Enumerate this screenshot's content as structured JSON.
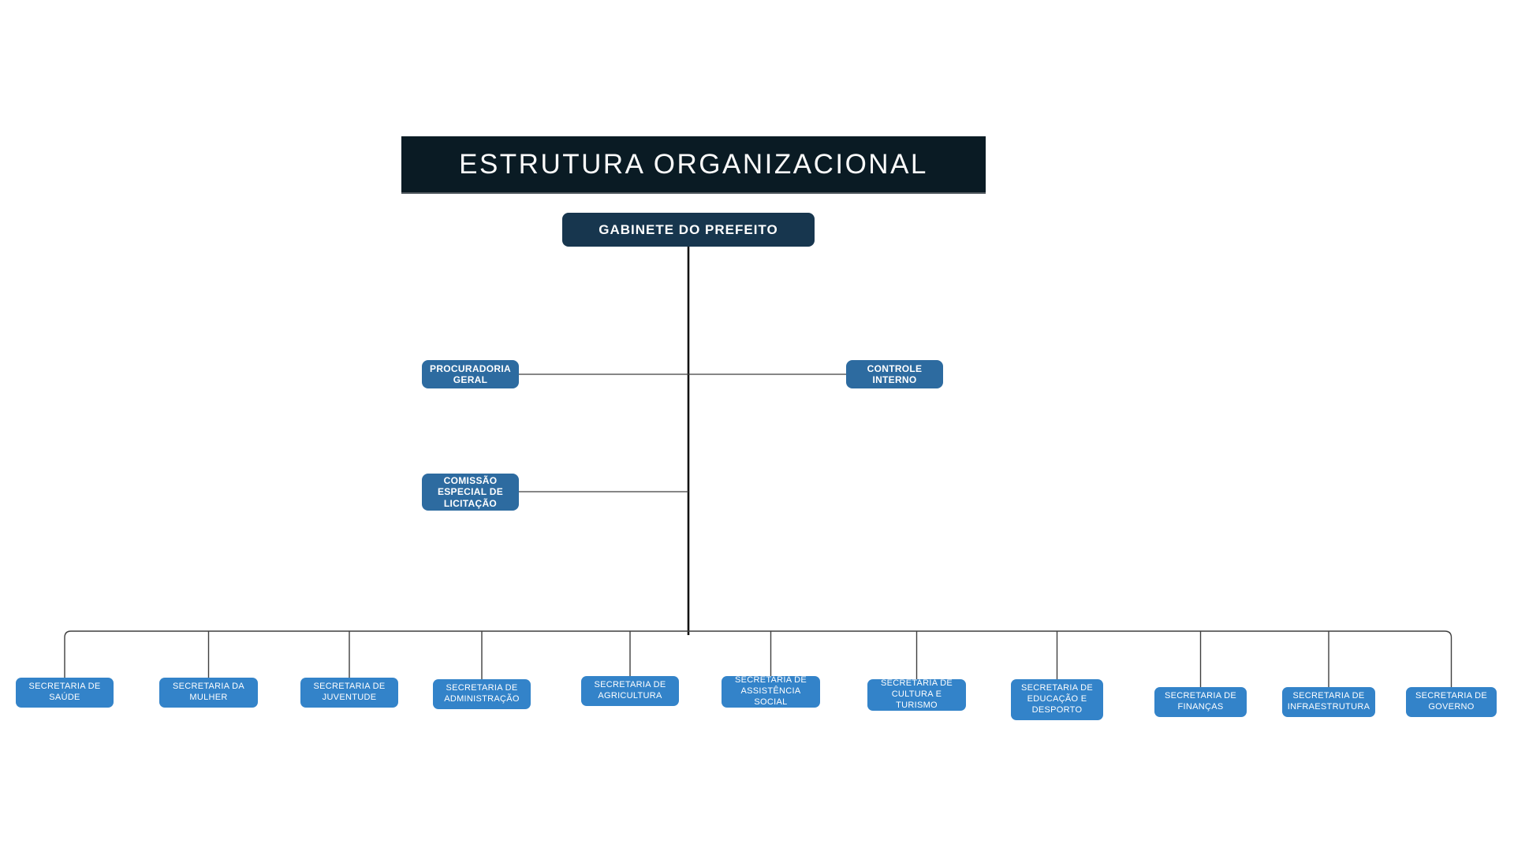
{
  "title": {
    "label": "ESTRUTURA ORGANIZACIONAL"
  },
  "org": {
    "root": {
      "label": "GABINETE DO PREFEITO"
    },
    "staff": [
      {
        "label": "PROCURADORIA GERAL"
      },
      {
        "label": "CONTROLE INTERNO"
      },
      {
        "label": "COMISSÃO ESPECIAL DE LICITAÇÃO"
      }
    ],
    "secretariats": [
      {
        "label": "SECRETARIA DE SAÚDE"
      },
      {
        "label": "SECRETARIA DA MULHER"
      },
      {
        "label": "SECRETARIA DE JUVENTUDE"
      },
      {
        "label": "SECRETARIA DE ADMINISTRAÇÃO"
      },
      {
        "label": "SECRETARIA DE AGRICULTURA"
      },
      {
        "label": "SECRETARIA DE ASSISTÊNCIA SOCIAL"
      },
      {
        "label": "SECRETARIA DE CULTURA E TURISMO"
      },
      {
        "label": "SECRETARIA DE EDUCAÇÃO E DESPORTO"
      },
      {
        "label": "SECRETARIA DE FINANÇAS"
      },
      {
        "label": "SECRETARIA DE INFRAESTRUTURA"
      },
      {
        "label": "SECRETARIA DE GOVERNO"
      }
    ]
  },
  "colors": {
    "title_background": "#0a1b24",
    "root_background": "#17364e",
    "staff_background": "#2d6ba0",
    "secretariat_background": "#3383c9",
    "text": "#ffffff",
    "connector_line": "#3f3f3f",
    "trunk_line": "#111111"
  }
}
